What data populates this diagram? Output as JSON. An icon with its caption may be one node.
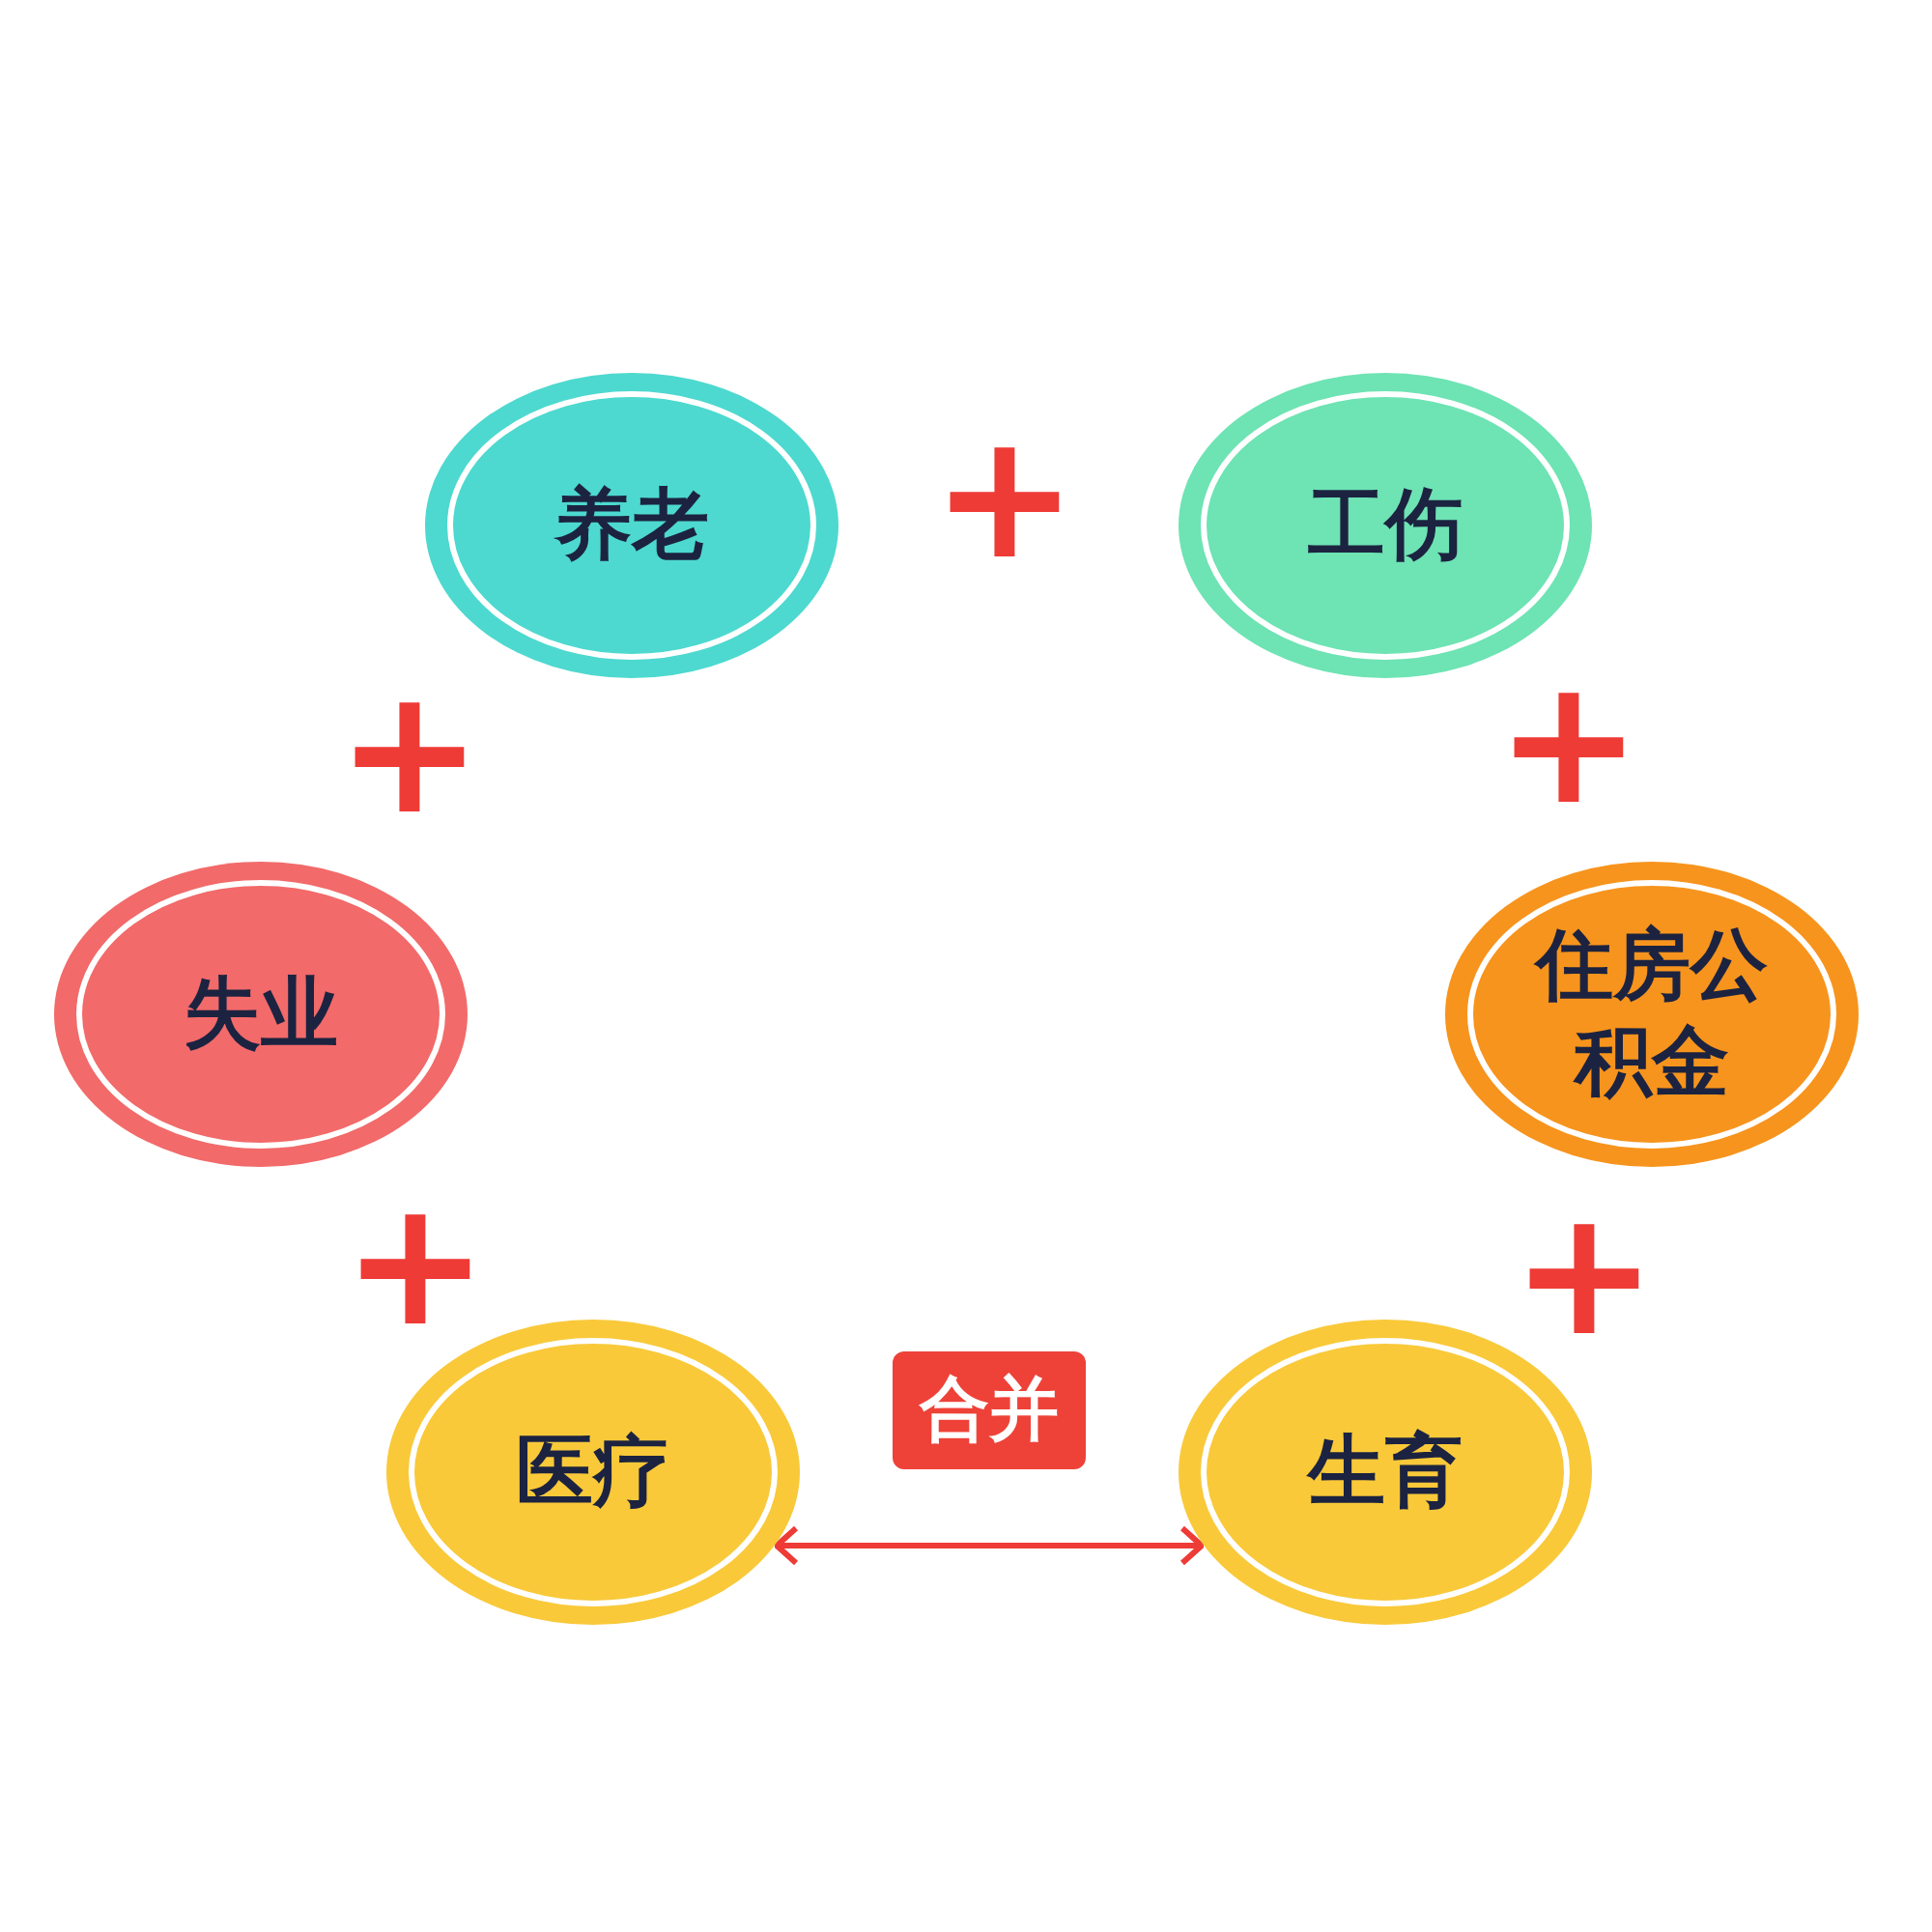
{
  "diagram": {
    "nodes": [
      {
        "text": [
          "养老"
        ]
      },
      {
        "text": [
          "工伤"
        ]
      },
      {
        "text": [
          "失业"
        ]
      },
      {
        "text": [
          "住房公积金"
        ]
      },
      {
        "text": [
          "医疗"
        ]
      },
      {
        "text": [
          "生育"
        ]
      }
    ],
    "edges": [
      {
        "from": 4,
        "to": 5,
        "arrow": "both",
        "label": "合并"
      }
    ],
    "labels": [
      "+",
      "+",
      "+",
      "+",
      "+"
    ]
  }
}
